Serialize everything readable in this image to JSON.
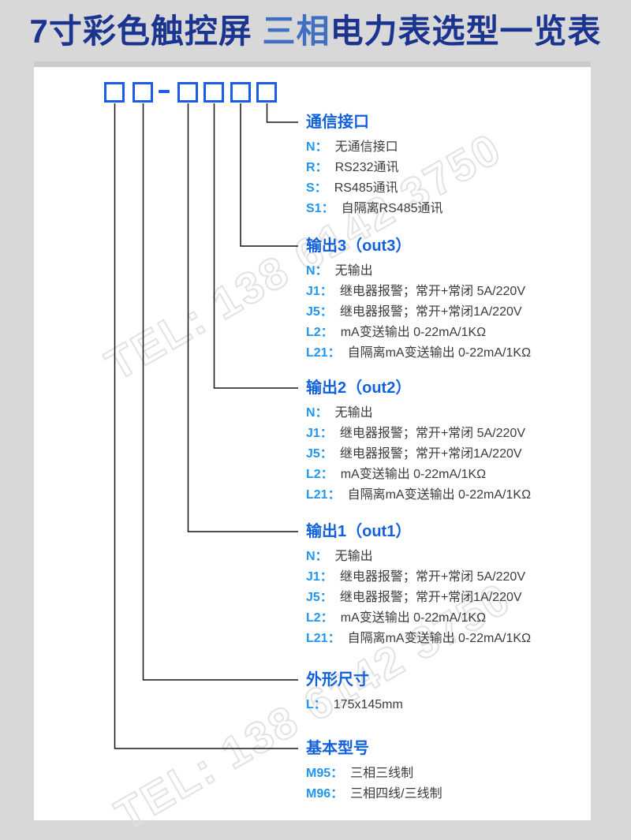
{
  "title": {
    "part1": "7寸彩色触控屏 ",
    "highlight": "三相",
    "part2": "电力表选型一览表"
  },
  "watermark": {
    "text": "TEL: 138 6142 3750"
  },
  "colors": {
    "page_bg": "#d8d8d8",
    "card_bg": "#ffffff",
    "title_navy": "#1a3490",
    "title_highlight": "#3e6fc1",
    "accent_blue": "#1a5ce8",
    "header_blue": "#1161dd",
    "code_blue": "#2196f0",
    "body_text": "#3b3b3b",
    "line_color": "#161616",
    "watermark_gray": "#e2e2e2"
  },
  "sections": [
    {
      "id": "communication-interface",
      "title": "通信接口",
      "items": [
        {
          "code": "N：",
          "desc": "无通信接口"
        },
        {
          "code": "R：",
          "desc": "RS232通讯"
        },
        {
          "code": "S：",
          "desc": "RS485通讯"
        },
        {
          "code": "S1：",
          "desc": "自隔离RS485通讯"
        }
      ]
    },
    {
      "id": "output-3",
      "title": "输出3（out3）",
      "items": [
        {
          "code": "N：",
          "desc": "无输出"
        },
        {
          "code": "J1：",
          "desc": "继电器报警；常开+常闭 5A/220V"
        },
        {
          "code": "J5：",
          "desc": "继电器报警；常开+常闭1A/220V"
        },
        {
          "code": "L2：",
          "desc": "mA变送输出 0-22mA/1KΩ"
        },
        {
          "code": "L21：",
          "desc": "自隔离mA变送输出 0-22mA/1KΩ"
        }
      ]
    },
    {
      "id": "output-2",
      "title": "输出2（out2）",
      "items": [
        {
          "code": "N：",
          "desc": "无输出"
        },
        {
          "code": "J1：",
          "desc": "继电器报警；常开+常闭 5A/220V"
        },
        {
          "code": "J5：",
          "desc": "继电器报警；常开+常闭1A/220V"
        },
        {
          "code": "L2：",
          "desc": "mA变送输出 0-22mA/1KΩ"
        },
        {
          "code": "L21：",
          "desc": "自隔离mA变送输出 0-22mA/1KΩ"
        }
      ]
    },
    {
      "id": "output-1",
      "title": "输出1（out1）",
      "items": [
        {
          "code": "N：",
          "desc": "无输出"
        },
        {
          "code": "J1：",
          "desc": "继电器报警；常开+常闭 5A/220V"
        },
        {
          "code": "J5：",
          "desc": "继电器报警；常开+常闭1A/220V"
        },
        {
          "code": "L2：",
          "desc": "mA变送输出 0-22mA/1KΩ"
        },
        {
          "code": "L21：",
          "desc": "自隔离mA变送输出 0-22mA/1KΩ"
        }
      ]
    },
    {
      "id": "dimensions",
      "title": "外形尺寸",
      "items": [
        {
          "code": "L：",
          "desc": "175x145mm"
        }
      ]
    },
    {
      "id": "base-model",
      "title": "基本型号",
      "items": [
        {
          "code": "M95：",
          "desc": "三相三线制"
        },
        {
          "code": "M96：",
          "desc": "三相四线/三线制"
        }
      ]
    }
  ]
}
